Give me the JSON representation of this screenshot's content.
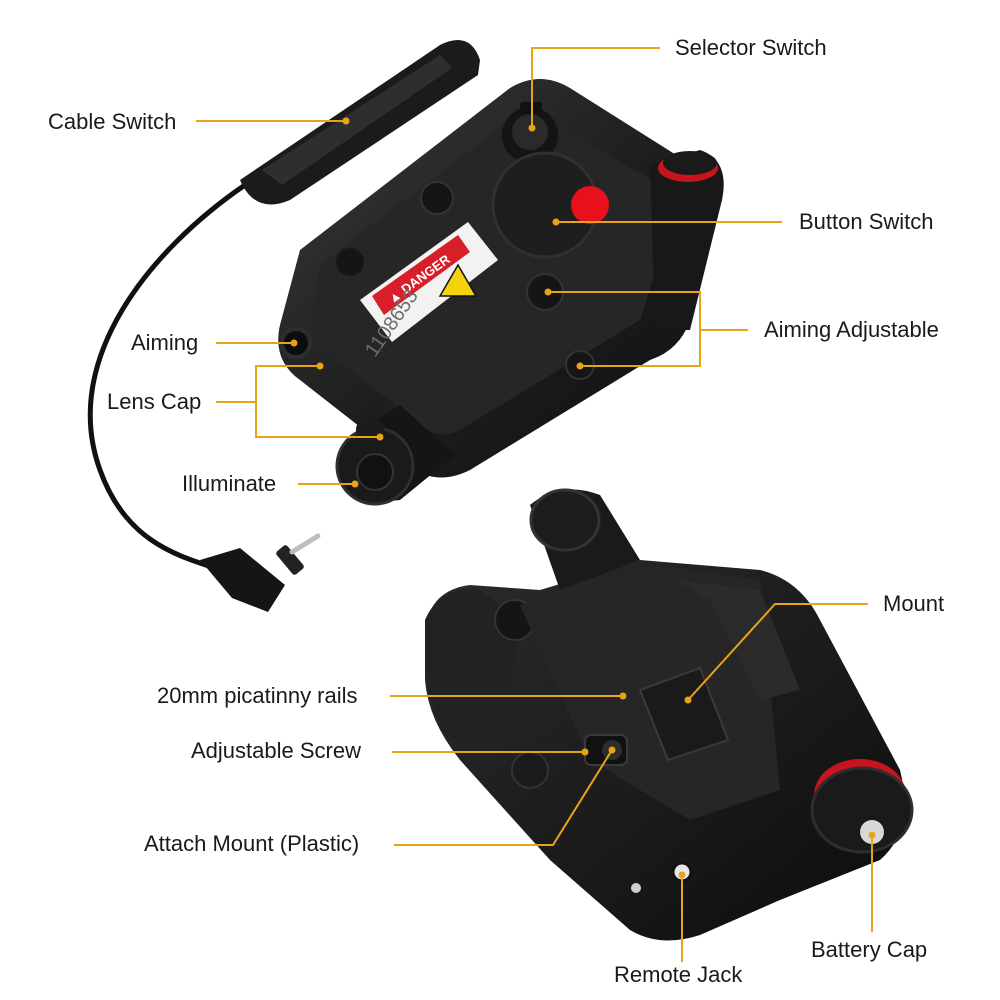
{
  "colors": {
    "leader": "#e8a317",
    "device": "#1c1c1c",
    "device_hi": "#3a3a3a",
    "button": "#e8101a",
    "warning": "#d81e28",
    "ring": "#c8141e",
    "text": "#1a1a1a"
  },
  "labels": {
    "selector_switch": "Selector Switch",
    "cable_switch": "Cable Switch",
    "button_switch": "Button Switch",
    "aiming": "Aiming",
    "aiming_adjustable": "Aiming Adjustable",
    "lens_cap": "Lens Cap",
    "illuminate": "Illuminate",
    "mount": "Mount",
    "picatinny_rails": "20mm picatinny rails",
    "adjustable_screw": "Adjustable Screw",
    "attach_mount": "Attach Mount (Plastic)",
    "battery_cap": "Battery Cap",
    "remote_jack": "Remote Jack"
  },
  "device_markings": {
    "danger": "▲ DANGER",
    "serial": "1108653"
  },
  "icons": [
    "laser-hazard-icon",
    "plug-jack-icon"
  ]
}
